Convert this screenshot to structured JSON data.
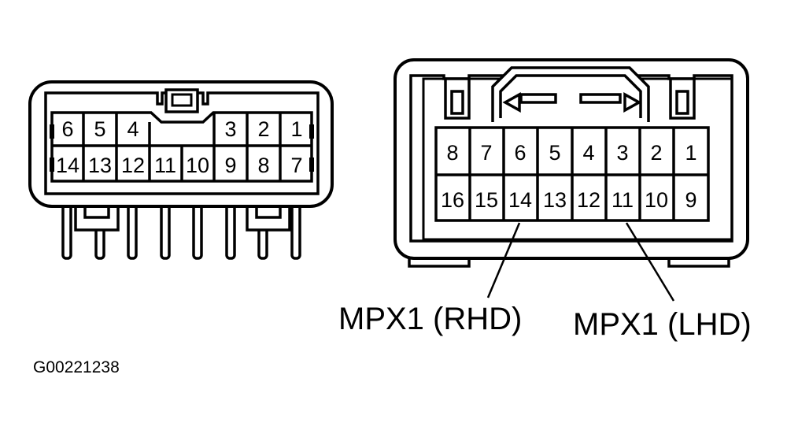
{
  "figure_id": "G00221238",
  "left_connector": {
    "top_row": [
      "6",
      "5",
      "4",
      "",
      "3",
      "2",
      "1"
    ],
    "bottom_row": [
      "14",
      "13",
      "12",
      "11",
      "10",
      "9",
      "8",
      "7"
    ]
  },
  "right_connector": {
    "top_row": [
      "8",
      "7",
      "6",
      "5",
      "4",
      "3",
      "2",
      "1"
    ],
    "bottom_row": [
      "16",
      "15",
      "14",
      "13",
      "12",
      "11",
      "10",
      "9"
    ]
  },
  "callouts": {
    "rhd": {
      "label": "MPX1 (RHD)",
      "pin": "14"
    },
    "lhd": {
      "label": "MPX1 (LHD)",
      "pin": "11"
    }
  }
}
